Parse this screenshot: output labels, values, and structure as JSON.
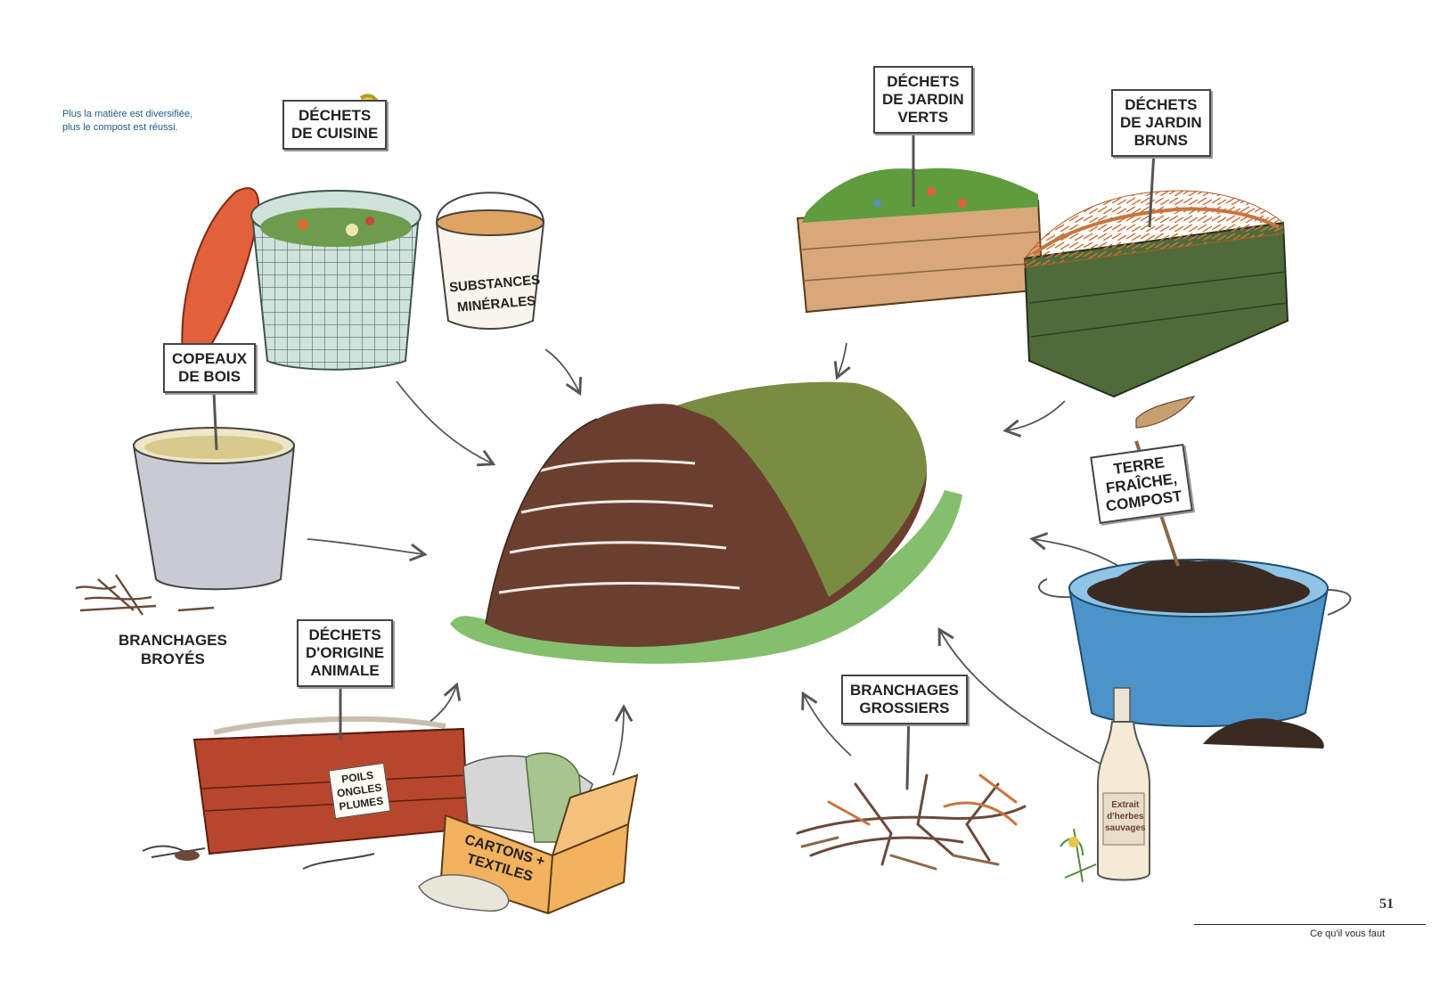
{
  "intro": {
    "line1": "Plus la matière est diversifiée,",
    "line2": "plus le compost est réussi."
  },
  "labels": {
    "cuisine": [
      "DÉCHETS",
      "DE CUISINE"
    ],
    "mineral": [
      "SUBSTANCES",
      "MINÉRALES"
    ],
    "copeaux": [
      "COPEAUX",
      "DE BOIS"
    ],
    "branchages_broyes": [
      "BRANCHAGES",
      "BROYÉS"
    ],
    "animale": [
      "DÉCHETS",
      "D'ORIGINE",
      "ANIMALE"
    ],
    "poils": [
      "POILS",
      "ONGLES",
      "PLUMES"
    ],
    "cartons": [
      "CARTONS +",
      "TEXTILES"
    ],
    "jardin_verts": [
      "DÉCHETS",
      "DE JARDIN",
      "VERTS"
    ],
    "jardin_bruns": [
      "DÉCHETS",
      "DE JARDIN",
      "BRUNS"
    ],
    "terre": [
      "TERRE",
      "FRAÎCHE,",
      "COMPOST"
    ],
    "grossiers": [
      "BRANCHAGES",
      "GROSSIERS"
    ],
    "bottle": [
      "Extrait",
      "d'herbes",
      "sauvages"
    ]
  },
  "footer": {
    "page_number": "51",
    "section": "Ce qu'il vous faut"
  },
  "colors": {
    "intro_text": "#1d5c86",
    "mound": "#6b3f2f",
    "grass": "#5fa84a",
    "lid": "#e2603a",
    "crate_red": "#b8462c",
    "crate_green": "#4f6b3a",
    "crate_wood": "#d9a87a",
    "pot_blue": "#4c93c9"
  }
}
